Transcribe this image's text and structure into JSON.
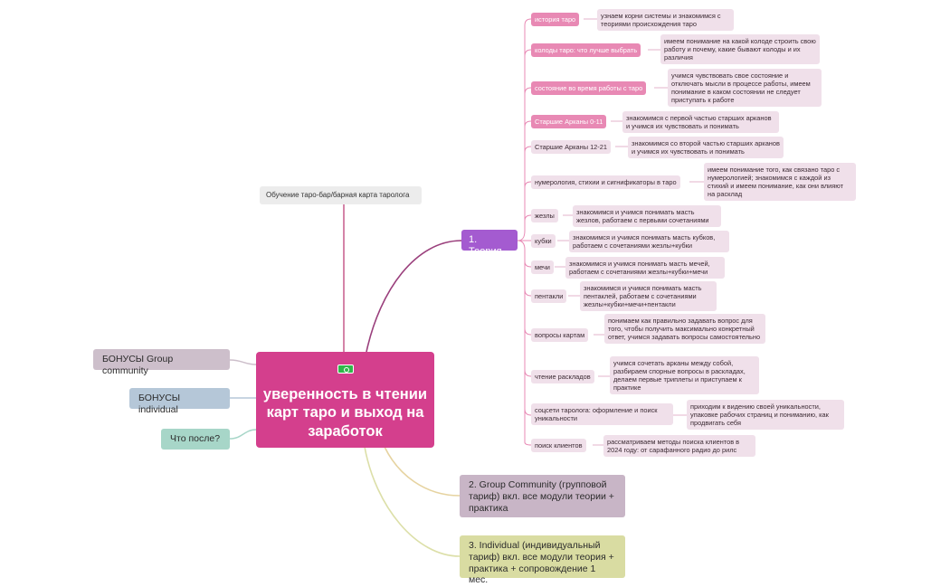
{
  "root": {
    "title": "уверенность в чтении карт таро и выход на заработок",
    "icon": "money-icon"
  },
  "floating": {
    "label": "Обучение таро-бар/барная карта таролога"
  },
  "left": {
    "bonus_group": "БОНУСЫ Group community",
    "bonus_individual": "БОНУСЫ individual",
    "what_after": "Что после?"
  },
  "theory": {
    "label": "1. Теория",
    "items": [
      {
        "label": "история таро",
        "desc": "узнаем корни системы и знакомимся с теориями происхождения таро"
      },
      {
        "label": "колоды таро: что лучше выбрать",
        "desc": "имеем понимание на какой колоде строить свою работу и почему, какие бывают колоды и их различия"
      },
      {
        "label": "состояние во время работы с таро",
        "desc": "учимся чувствовать свое состояние и отключать мысли в процессе работы, имеем понимание в каком состоянии не следует приступать к работе"
      },
      {
        "label": "Старшие Арканы 0-11",
        "desc": "знакомимся с первой частью старших арканов и учимся их чувствовать и понимать"
      },
      {
        "label": "Старшие Арканы 12-21",
        "desc": "знакомимся со второй частью старших арканов и учимся их чувствовать и понимать"
      },
      {
        "label": "нумерология, стихии и сигнификаторы в таро",
        "desc": "имеем понимание того, как связано таро с нумерологией; знакомимся с каждой из стихий и имеем понимание, как они влияют на расклад"
      },
      {
        "label": "жезлы",
        "desc": "знакомимся и учимся понимать масть жезлов, работаем с первыми сочетаниями"
      },
      {
        "label": "кубки",
        "desc": "знакомимся и учимся понимать масть кубков, работаем с сочетаниями жезлы+кубки"
      },
      {
        "label": "мечи",
        "desc": "знакомимся и учимся понимать масть мечей, работаем с сочетаниями жезлы+кубки+мечи"
      },
      {
        "label": "пентакли",
        "desc": "знакомимся и учимся понимать масть пентаклей, работаем с сочетаниями жезлы+кубки+мечи+пентакли"
      },
      {
        "label": "вопросы картам",
        "desc": "понимаем как правильно задавать вопрос для того, чтобы получить максимально конкретный ответ, учимся задавать вопросы самостоятельно"
      },
      {
        "label": "чтение раскладов",
        "desc": "учимся сочетать арканы между собой, разбираем спорные вопросы в раскладах, делаем первые триплеты и приступаем к практике"
      },
      {
        "label": "соцсети таролога: оформление и поиск уникальности",
        "desc": "приходим к видению своей уникальности, упаковке рабочих страниц и пониманию, как продвигать себя"
      },
      {
        "label": "поиск клиентов",
        "desc": "рассматриваем методы поиска клиентов в 2024 году: от сарафанного радио до рилс"
      }
    ]
  },
  "group_tariff": {
    "label": "2. Group Community (групповой тариф) вкл. все модули теории + практика"
  },
  "individual_tariff": {
    "label": "3. Individual (индивидуальный тариф) вкл. все модули теория + практика + сопровождение 1 мес."
  },
  "colors": {
    "root": "#d43f8d",
    "theory": "#a45bd0",
    "topic_dark": "#e889b4",
    "topic_light": "#f0e0ea",
    "group": "#c8b5c6",
    "individual": "#d9dca2",
    "bonus_group": "#cdbfcb",
    "bonus_individual": "#b5c7d8",
    "what_after": "#a7d6c8"
  }
}
